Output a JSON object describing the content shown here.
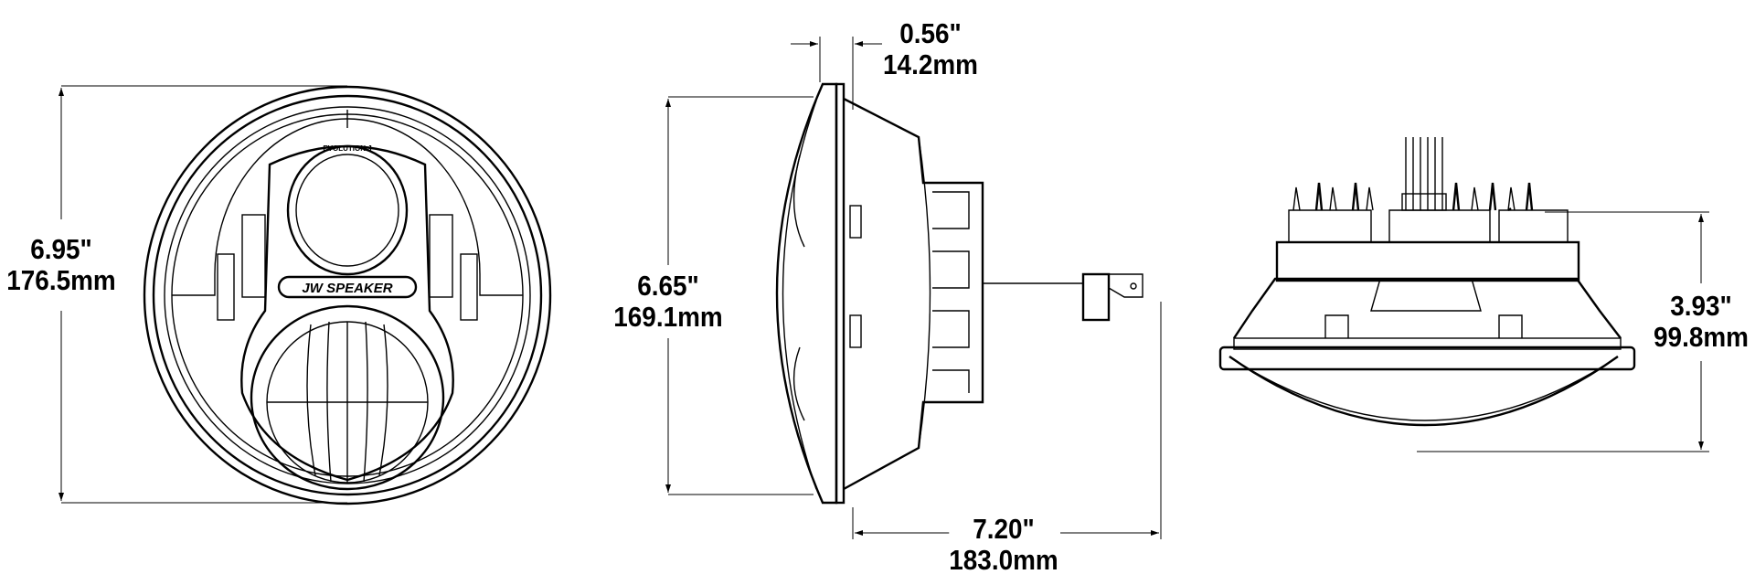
{
  "front_view": {
    "height_dimension": {
      "inches": "6.95\"",
      "mm": "176.5mm"
    },
    "logo_text": "JW SPEAKER",
    "model_text": "EVOLUTION J"
  },
  "side_view": {
    "height_dimension": {
      "inches": "6.65\"",
      "mm": "169.1mm"
    },
    "bezel_depth_dimension": {
      "inches": "0.56\"",
      "mm": "14.2mm"
    },
    "depth_dimension": {
      "inches": "7.20\"",
      "mm": "183.0mm"
    }
  },
  "rear_view": {
    "height_dimension": {
      "inches": "3.93\"",
      "mm": "99.8mm"
    }
  },
  "colors": {
    "line": "#000000",
    "background": "#ffffff"
  }
}
